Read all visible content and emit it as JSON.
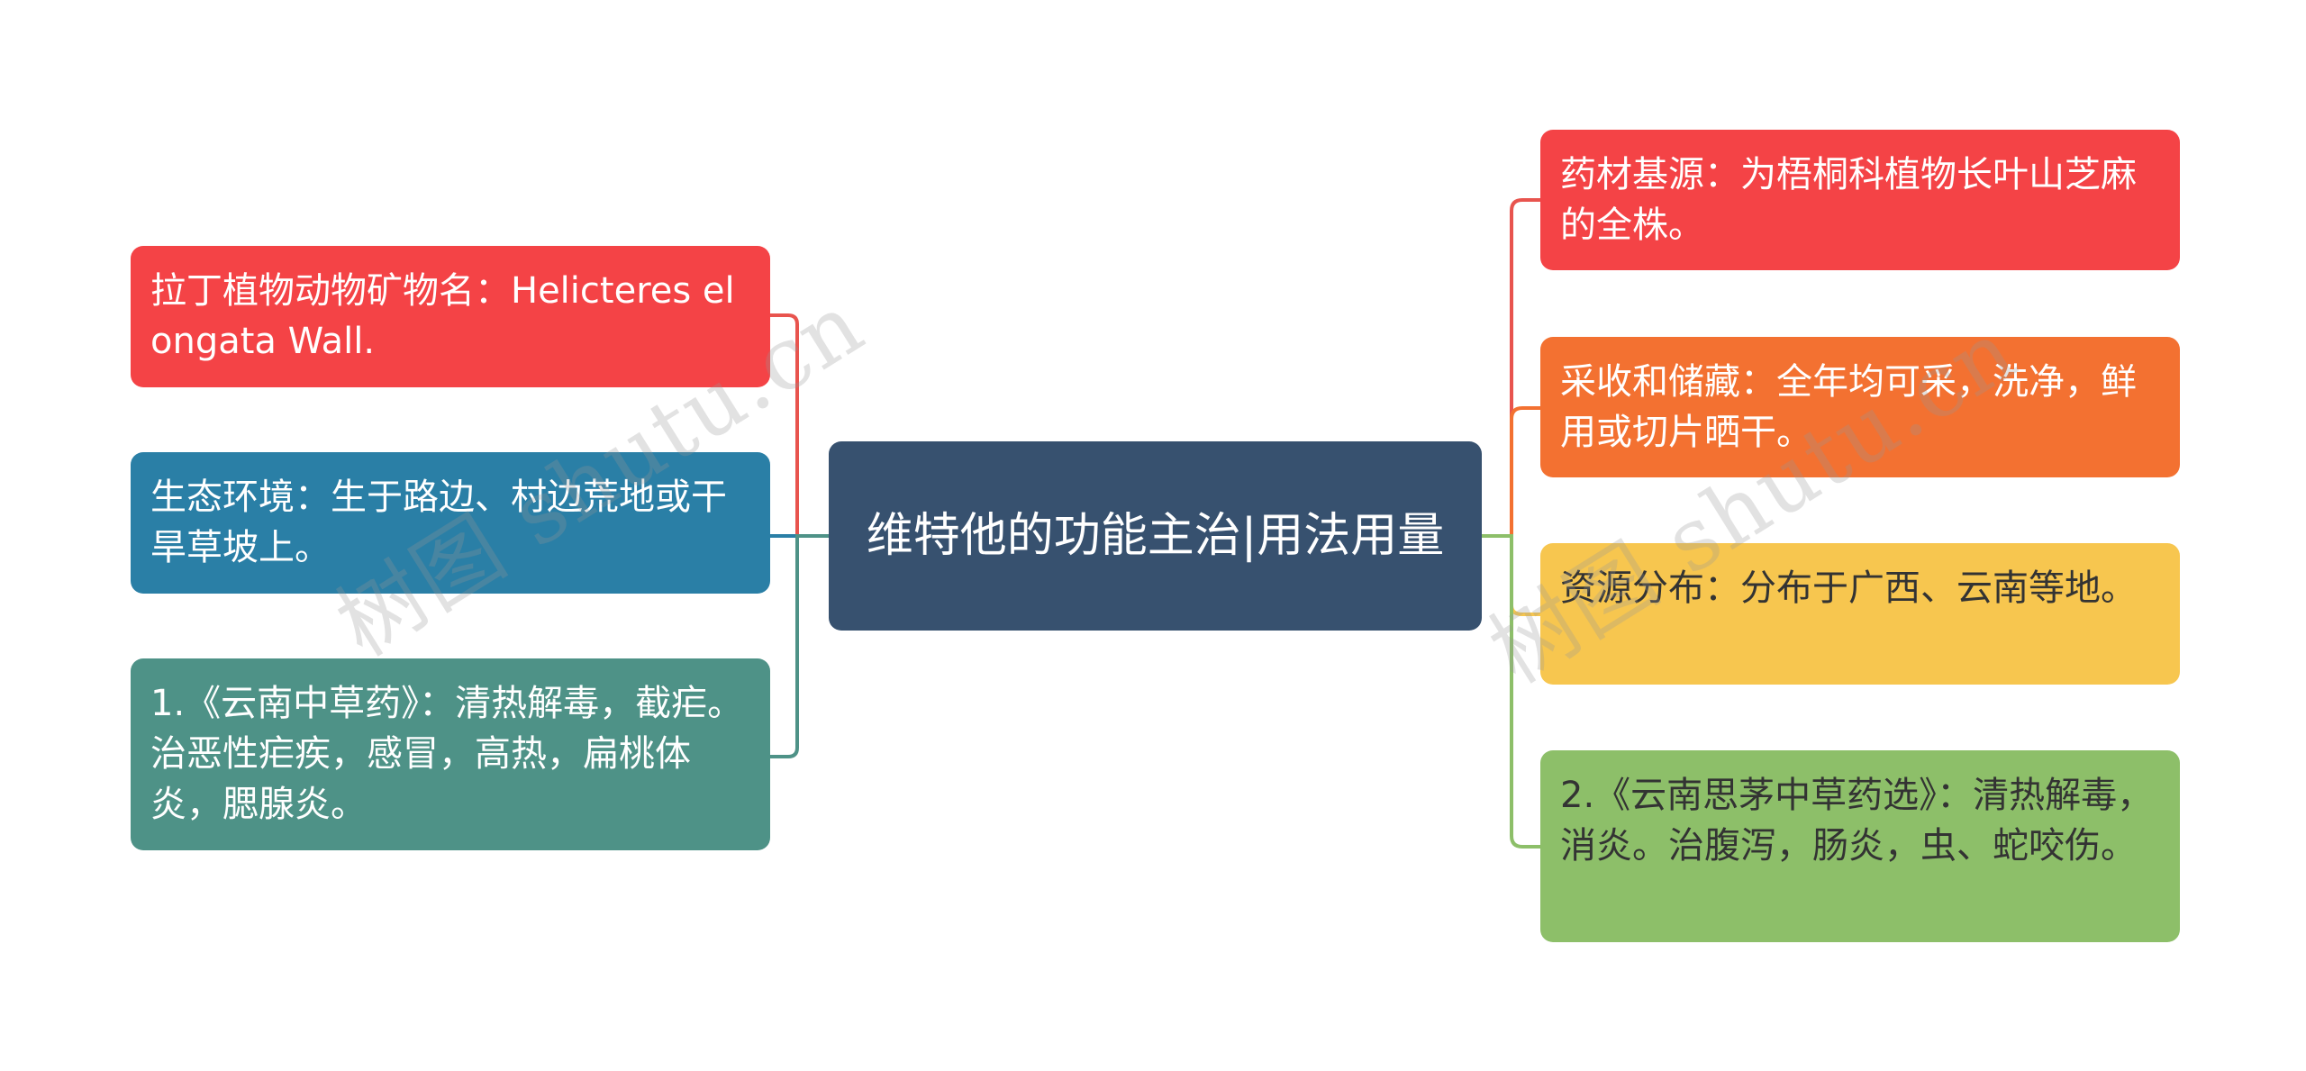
{
  "center": {
    "title": "维特他的功能主治|用法用量"
  },
  "left_nodes": [
    {
      "text": "拉丁植物动物矿物名：Helicteres elongata Wall.",
      "color": "#f44346"
    },
    {
      "text": "生态环境：生于路边、村边荒地或干旱草坡上。",
      "color": "#2a7fa6"
    },
    {
      "text": "1.《云南中草药》：清热解毒，截疟。治恶性疟疾，感冒，高热，扁桃体炎，腮腺炎。",
      "color": "#4e9287"
    }
  ],
  "right_nodes": [
    {
      "text": "药材基源：为梧桐科植物长叶山芝麻的全株。",
      "color": "#f44346"
    },
    {
      "text": "采收和储藏：全年均可采，洗净，鲜用或切片晒干。",
      "color": "#f37131"
    },
    {
      "text": "资源分布：分布于广西、云南等地。",
      "color": "#f7c64f"
    },
    {
      "text": "2.《云南思茅中草药选》：清热解毒，消炎。治腹泻，肠炎，虫、蛇咬伤。",
      "color": "#8dbf69"
    }
  ],
  "watermarks": [
    "树图 shutu.cn",
    "树图 shutu.cn"
  ]
}
